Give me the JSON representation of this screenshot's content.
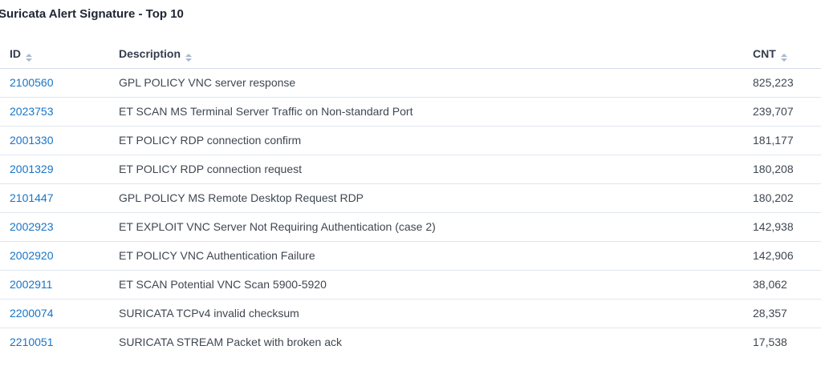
{
  "page": {
    "title": "Suricata Alert Signature - Top 10"
  },
  "table": {
    "columns": [
      {
        "key": "id",
        "label": "ID",
        "sortable": true,
        "sort_icon": "sort-arrows-icon"
      },
      {
        "key": "description",
        "label": "Description",
        "sortable": true,
        "sort_icon": "sort-arrows-icon"
      },
      {
        "key": "cnt",
        "label": "CNT",
        "sortable": true,
        "sort_icon": "sort-arrows-icon"
      }
    ],
    "rows": [
      {
        "id": "2100560",
        "description": "GPL POLICY VNC server response",
        "cnt": "825,223"
      },
      {
        "id": "2023753",
        "description": "ET SCAN MS Terminal Server Traffic on Non-standard Port",
        "cnt": "239,707"
      },
      {
        "id": "2001330",
        "description": "ET POLICY RDP connection confirm",
        "cnt": "181,177"
      },
      {
        "id": "2001329",
        "description": "ET POLICY RDP connection request",
        "cnt": "180,208"
      },
      {
        "id": "2101447",
        "description": "GPL POLICY MS Remote Desktop Request RDP",
        "cnt": "180,202"
      },
      {
        "id": "2002923",
        "description": "ET EXPLOIT VNC Server Not Requiring Authentication (case 2)",
        "cnt": "142,938"
      },
      {
        "id": "2002920",
        "description": "ET POLICY VNC Authentication Failure",
        "cnt": "142,906"
      },
      {
        "id": "2002911",
        "description": "ET SCAN Potential VNC Scan 5900-5920",
        "cnt": "38,062"
      },
      {
        "id": "2200074",
        "description": "SURICATA TCPv4 invalid checksum",
        "cnt": "28,357"
      },
      {
        "id": "2210051",
        "description": "SURICATA STREAM Packet with broken ack",
        "cnt": "17,538"
      }
    ]
  },
  "colors": {
    "link": "#1774c8",
    "title_text": "#1f2533",
    "header_text": "#333d4d",
    "body_text": "#3f4752",
    "divider": "#e0e6ef",
    "divider_strong": "#d6dee9",
    "sort_icon": "#aab8cc"
  }
}
